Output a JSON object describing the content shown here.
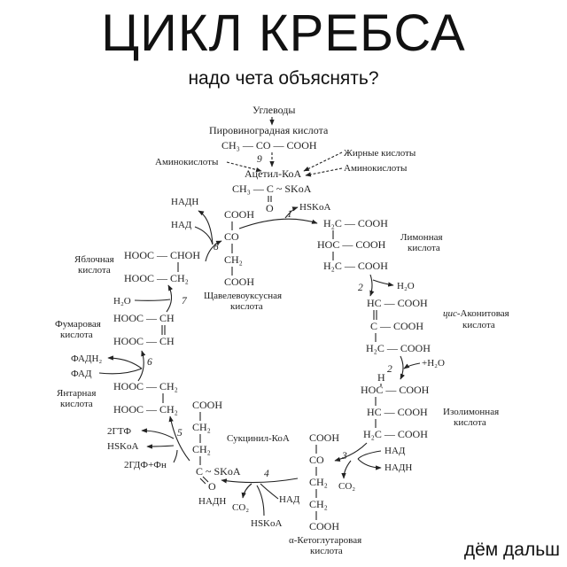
{
  "meme": {
    "title": "ЦИКЛ КРЕБСА",
    "subtitle": "надо чета объяснять?",
    "footer": "дём дальш"
  },
  "diagram": {
    "entry": {
      "carbohydrates": "Углеводы",
      "pyruvic_acid": "Пировиноградная кислота",
      "pyruvic_formula": "CH₃ — CO — COOH",
      "amino_acids_left": "Аминокислоты",
      "fatty_acids": "Жирные кислоты",
      "amino_acids_right": "Аминокислоты",
      "acetyl_coa": "Ацетил-КоА",
      "acetyl_formula": "CH₃ — C ~ SKoA",
      "acetyl_o": "O"
    },
    "step_numbers": {
      "s1": "1",
      "s2a": "2",
      "s2b": "2",
      "s3": "3",
      "s4": "4",
      "s5": "5",
      "s6": "6",
      "s7": "7",
      "s8": "8",
      "s9": "9"
    },
    "cofactors": {
      "hskoa_1": "HSKoA",
      "nadh_8": "НАДН",
      "nad_8": "НАД",
      "h2o_2a": "H₂O",
      "h2o_2b": "+H₂O",
      "nad_3": "НАД",
      "nadh_3": "НАДН",
      "co2_3": "CO₂",
      "nad_4": "НАД",
      "nadh_4": "НАДН",
      "co2_4": "CO₂",
      "hskoa_4": "HSKoA",
      "gtp_5": "2ГТФ",
      "hskoa_5": "HSKoA",
      "gdp_5": "2ГДФ+Фн",
      "fadh2_6": "ФАДН₂",
      "fad_6": "ФАД",
      "h2o_7": "H₂O"
    },
    "compounds": {
      "oxaloacetate": {
        "name_line1": "Щавелевоуксусная",
        "name_line2": "кислота",
        "rows": [
          "COOH",
          "CO",
          "CH₂",
          "COOH"
        ]
      },
      "citrate": {
        "name_line1": "Лимонная",
        "name_line2": "кислота",
        "rows": [
          "H₂C — COOH",
          "HOC — COOH",
          "H₂C — COOH"
        ]
      },
      "cis_aconitate": {
        "name_prefix": "цис-",
        "name_line1": "Аконитовая",
        "name_line2": "кислота",
        "rows": [
          "HC — COOH",
          "C — COOH",
          "H₂C — COOH"
        ]
      },
      "isocitrate": {
        "name_line1": "Изолимонная",
        "name_line2": "кислота",
        "top_h": "H",
        "rows": [
          "HOC — COOH",
          "HC — COOH",
          "H₂C — COOH"
        ]
      },
      "alpha_ketoglutarate": {
        "name_line1": "α-Кетоглутаровая",
        "name_line2": "кислота",
        "rows": [
          "COOH",
          "CO",
          "CH₂",
          "CH₂",
          "COOH"
        ]
      },
      "succinyl_coa": {
        "name": "Сукцинил-КоА",
        "rows": [
          "COOH",
          "CH₂",
          "CH₂",
          "C ~ SKoA"
        ],
        "o": "O"
      },
      "succinate": {
        "name_line1": "Янтарная",
        "name_line2": "кислота",
        "rows": [
          "HOOC — CH₂",
          "HOOC — CH₂"
        ]
      },
      "fumarate": {
        "name_line1": "Фумаровая",
        "name_line2": "кислота",
        "rows": [
          "HOOC — CH",
          "HOOC — CH"
        ]
      },
      "malate": {
        "name_line1": "Яблочная",
        "name_line2": "кислота",
        "rows": [
          "HOOC — CHOH",
          "HOOC — CH₂"
        ]
      }
    }
  }
}
